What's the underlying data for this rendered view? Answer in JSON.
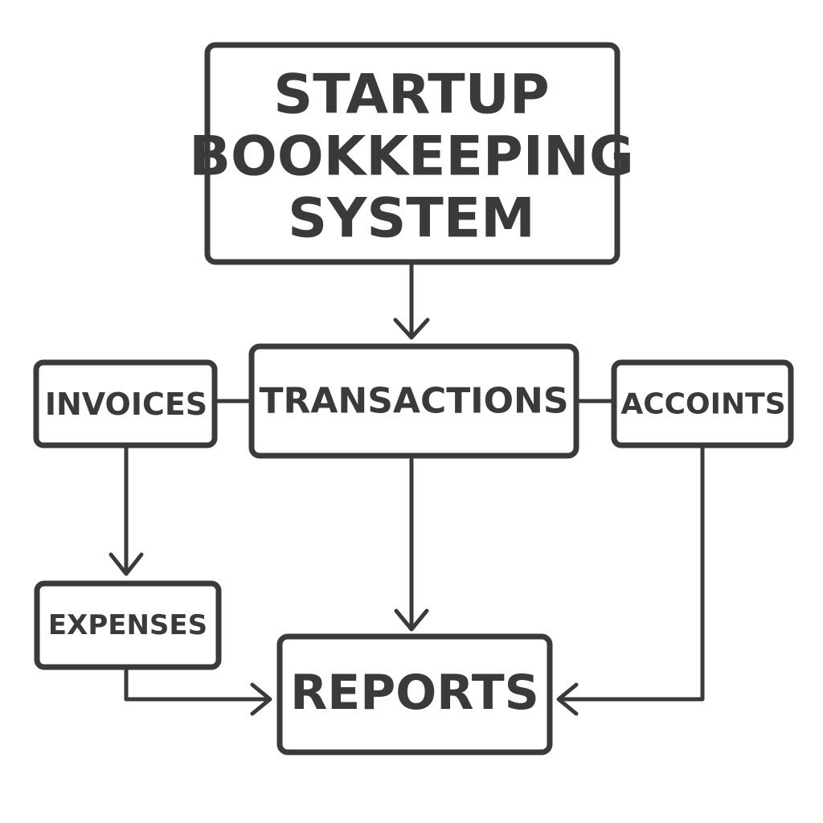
{
  "diagram": {
    "colors": {
      "stroke": "#3a3a3a",
      "text": "#3a3a3a",
      "background": "#ffffff"
    },
    "nodes": {
      "title": {
        "line1": "STARTUP",
        "line2": "BOOKKEEPING",
        "line3": "SYSTEM"
      },
      "invoices": {
        "label": "INVOICES"
      },
      "transactions": {
        "label": "TRANSACTIONS"
      },
      "accounts": {
        "label": "ACCOINTS"
      },
      "expenses": {
        "label": "EXPENSES"
      },
      "reports": {
        "label": "REPORTS"
      }
    },
    "edges": [
      {
        "from": "title",
        "to": "transactions",
        "arrow": true
      },
      {
        "from": "invoices",
        "to": "transactions",
        "arrow": false
      },
      {
        "from": "transactions",
        "to": "accounts",
        "arrow": false
      },
      {
        "from": "invoices",
        "to": "expenses",
        "arrow": true
      },
      {
        "from": "transactions",
        "to": "reports",
        "arrow": true
      },
      {
        "from": "expenses",
        "to": "reports",
        "arrow": true
      },
      {
        "from": "accounts",
        "to": "reports",
        "arrow": true
      }
    ]
  }
}
